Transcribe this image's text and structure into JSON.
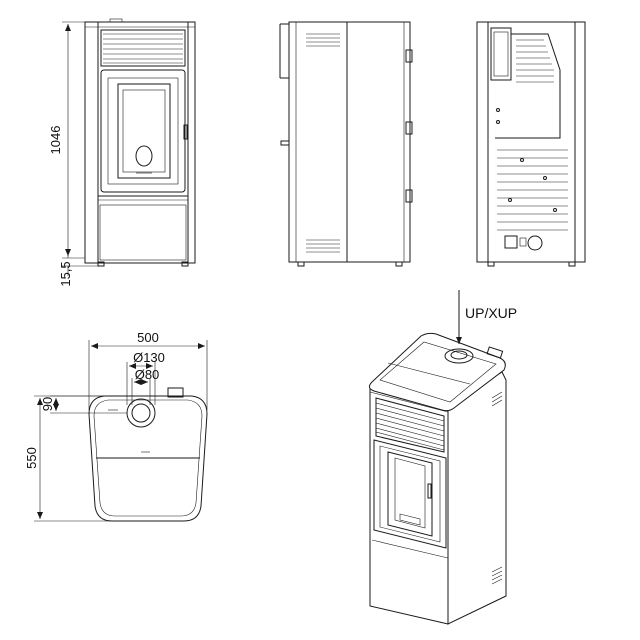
{
  "dimensions": {
    "height": "1046",
    "foot": "15,5",
    "width": "500",
    "flue_outer": "Ø130",
    "flue_inner": "Ø80",
    "flue_offset": "90",
    "depth": "550"
  },
  "callout": {
    "label": "UP/XUP"
  },
  "colors": {
    "line": "#1a1a1a",
    "background": "#ffffff"
  }
}
